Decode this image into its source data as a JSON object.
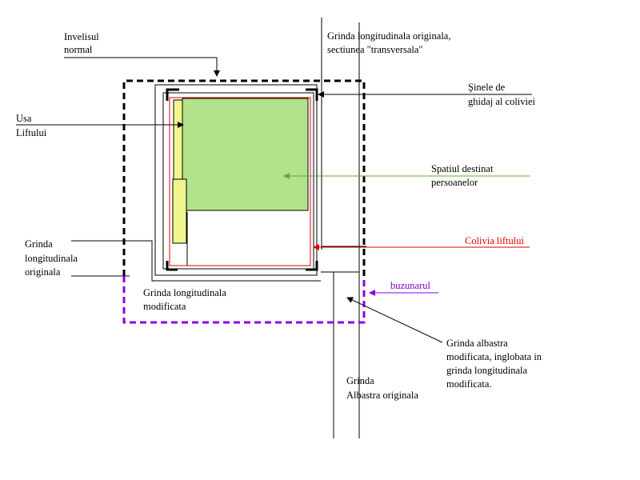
{
  "labels": {
    "invelisul": [
      "Invelisul",
      "normal"
    ],
    "grinda_orig_sectiune": [
      "Grinda longitudinala originala,",
      "sectiunea \"transversala\""
    ],
    "sinele": [
      "Şinele  de",
      "ghidaj al coliviei"
    ],
    "usa": [
      "Usa",
      "Liftului"
    ],
    "spatiul": [
      "Spatiul  destinat",
      "persoanelor"
    ],
    "grinda_orig": [
      "Grinda",
      "longitudinala",
      "originala"
    ],
    "colivia": [
      "Colivia liftului"
    ],
    "buzunarul": [
      "buzunarul"
    ],
    "grinda_modif": [
      "Grinda longitudinala",
      "modificata"
    ],
    "grinda_albastra_modif": [
      "Grinda albastra",
      "modificata, inglobata in",
      "grinda longitudinala",
      "modificata."
    ],
    "grinda_albastra_orig": [
      "Grinda",
      "Albastra originala"
    ]
  },
  "colors": {
    "cabin_fill": "#b3e28c",
    "door_fill": "#f0f58e",
    "cage_line": "#e00000",
    "pocket_line": "#8a00e6",
    "passenger_arrow": "#55b030",
    "line": "#000000"
  }
}
